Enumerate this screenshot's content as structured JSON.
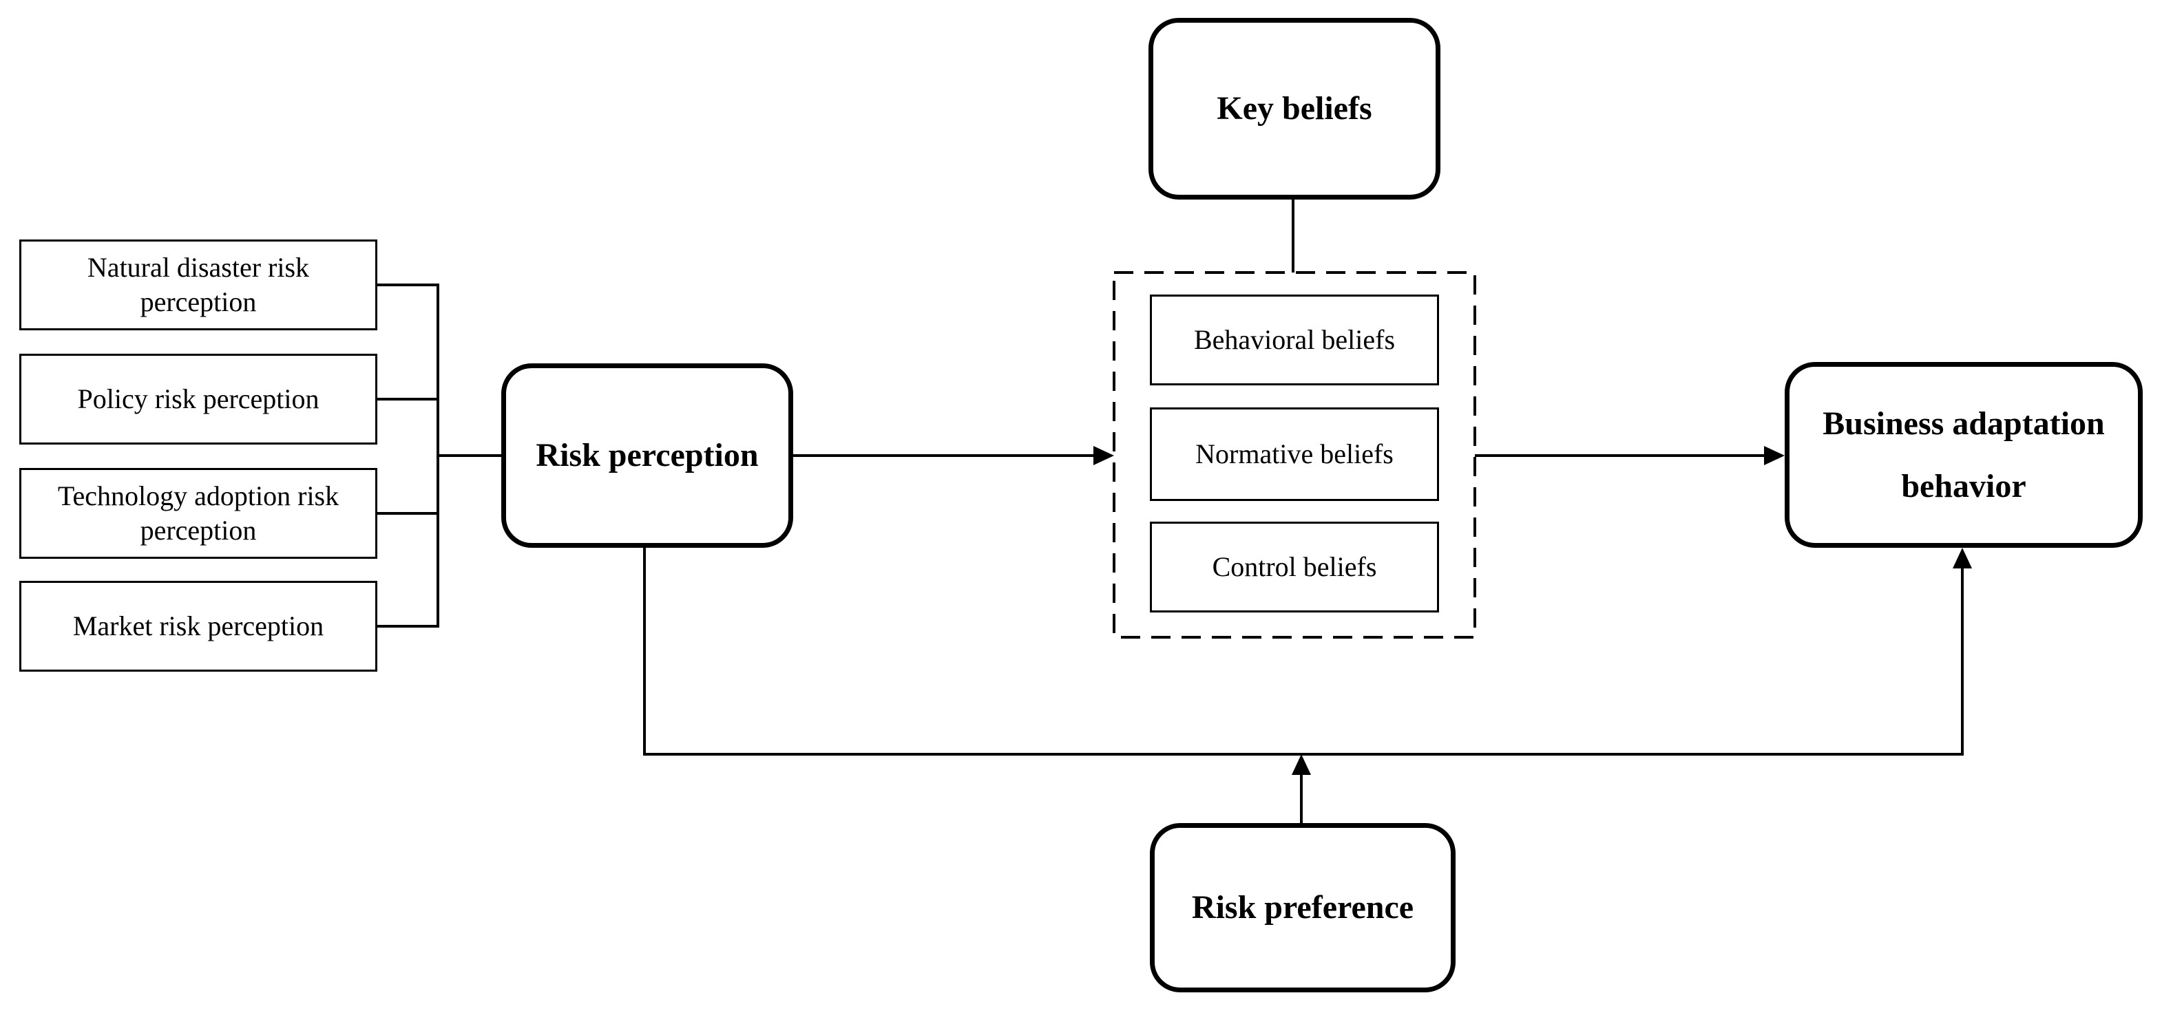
{
  "diagram": {
    "risk_perception_factors": [
      "Natural disaster risk\nperception",
      "Policy risk perception",
      "Technology adoption risk\nperception",
      "Market risk perception"
    ],
    "risk_perception": "Risk perception",
    "key_beliefs": "Key beliefs",
    "beliefs": [
      "Behavioral beliefs",
      "Normative beliefs",
      "Control beliefs"
    ],
    "outcome": "Business adaptation\nbehavior",
    "risk_preference": "Risk preference"
  }
}
